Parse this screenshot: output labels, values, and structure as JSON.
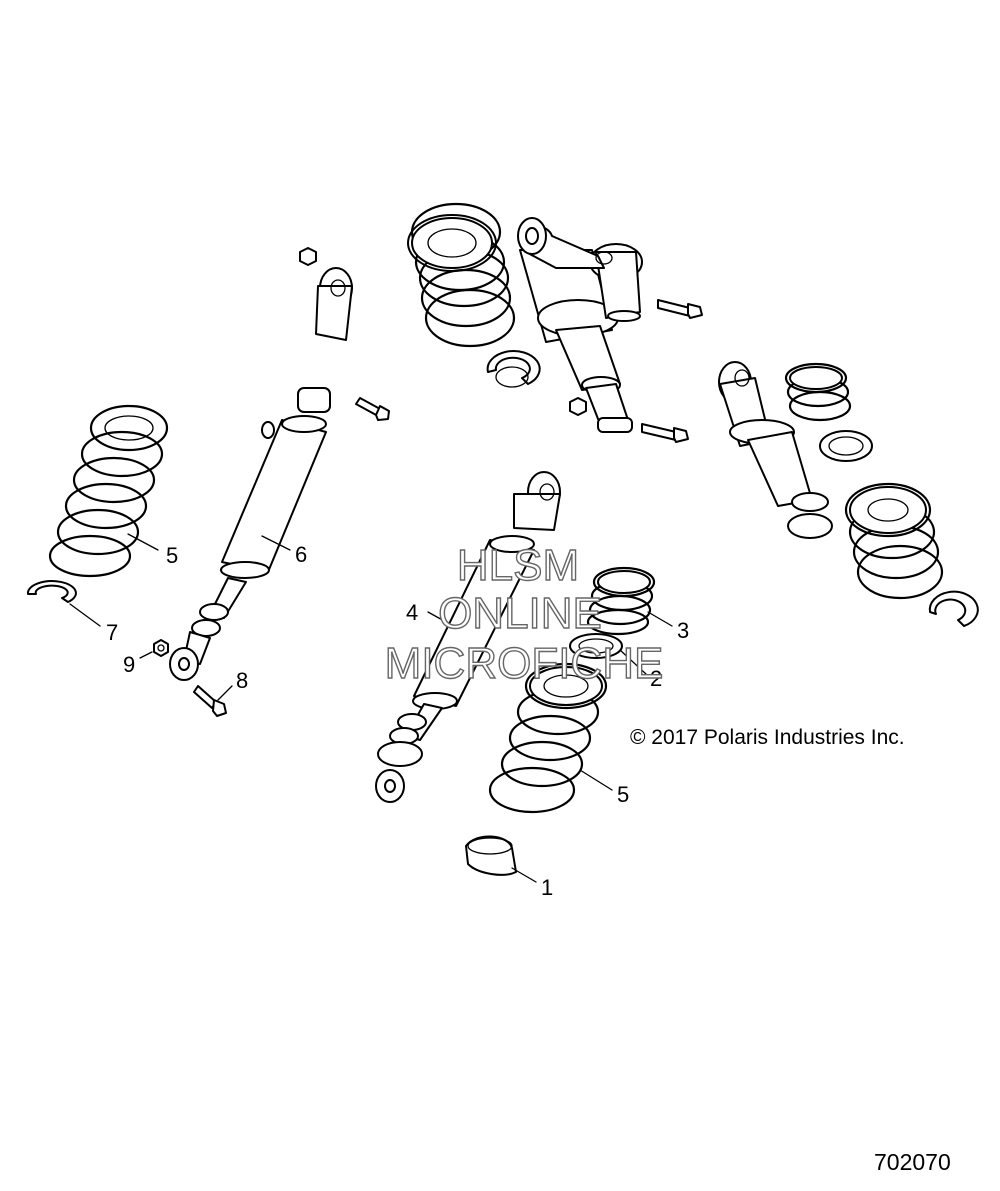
{
  "callouts": {
    "c1": "1",
    "c2": "2",
    "c3": "3",
    "c4": "4",
    "c5a": "5",
    "c5b": "5",
    "c6": "6",
    "c7": "7",
    "c8": "8",
    "c9": "9"
  },
  "copyright": "© 2017 Polaris Industries Inc.",
  "diagram_number": "702070",
  "watermark": {
    "line1": "HLSM",
    "line2": "ONLINE",
    "line3": "MICROFICHE"
  }
}
